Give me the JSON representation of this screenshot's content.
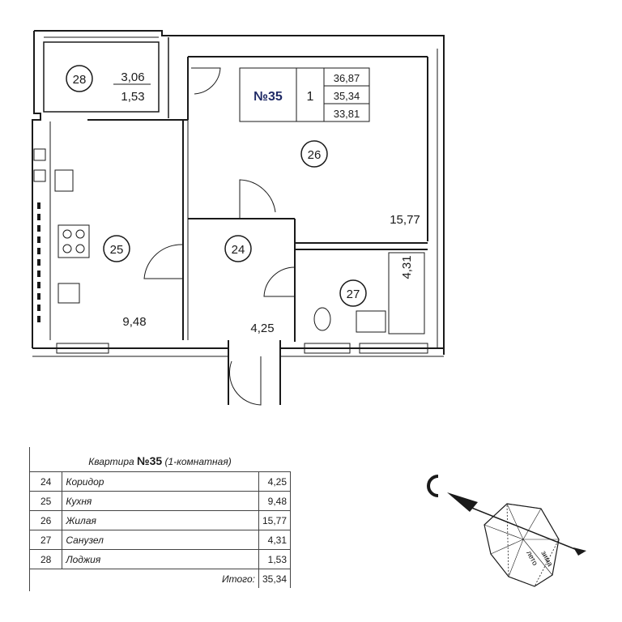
{
  "apartment": {
    "label": "№35",
    "rooms_count": "1",
    "area_total": "36,87",
    "area_reduced": "35,34",
    "area_living_no_balcony": "33,81"
  },
  "rooms": [
    {
      "id": "28",
      "area_top": "3,06",
      "area_bottom": "1,53"
    },
    {
      "id": "25",
      "area": "9,48"
    },
    {
      "id": "26",
      "area": "15,77"
    },
    {
      "id": "24",
      "area": "4,25"
    },
    {
      "id": "27",
      "area": "4,31"
    }
  ],
  "explication": {
    "title_prefix": "Квартира",
    "title_number": "№35",
    "title_suffix": "(1-комнатная)",
    "rows": [
      {
        "num": "24",
        "name": "Коридор",
        "area": "4,25"
      },
      {
        "num": "25",
        "name": "Кухня",
        "area": "9,48"
      },
      {
        "num": "26",
        "name": "Жилая",
        "area": "15,77"
      },
      {
        "num": "27",
        "name": "Санузел",
        "area": "4,31"
      },
      {
        "num": "28",
        "name": "Лоджия",
        "area": "1,53"
      }
    ],
    "total_label": "Итого:",
    "total_value": "35,34"
  },
  "compass": {
    "north_label": "С",
    "wind_labels": [
      "лето",
      "зима"
    ]
  }
}
